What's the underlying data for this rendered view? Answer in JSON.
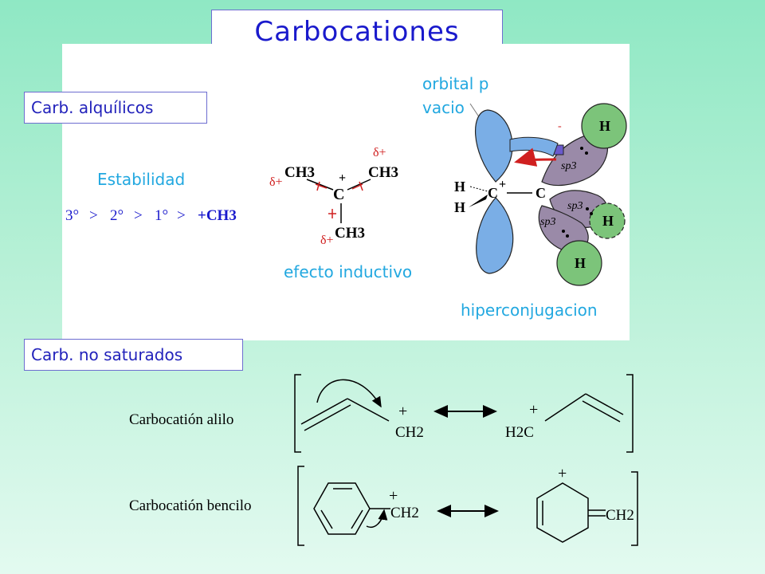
{
  "title": "Carbocationes",
  "section_alkyl": "Carb. alquílicos",
  "section_unsat": "Carb. no saturados",
  "stability_label": "Estabilidad",
  "stability_order": [
    "3°",
    ">",
    "2°",
    ">",
    "1°",
    ">",
    "+CH3"
  ],
  "inductive": {
    "caption": "efecto inductivo",
    "delta": "δ+",
    "center": "C",
    "plus": "+",
    "ch3": "CH3"
  },
  "hyperconj": {
    "caption": "hiperconjugacion",
    "orbital_label_1": "orbital p",
    "orbital_label_2": "vacio",
    "h": "H",
    "c": "C",
    "sp3": "sp3",
    "plus": "+",
    "minus": "-"
  },
  "allyl": {
    "label": "Carbocatión alilo",
    "ch2": "CH2",
    "h2c": "H2C",
    "plus": "+"
  },
  "benzyl": {
    "label": "Carbocatión bencilo",
    "ch2": "CH2",
    "plus": "+"
  }
}
